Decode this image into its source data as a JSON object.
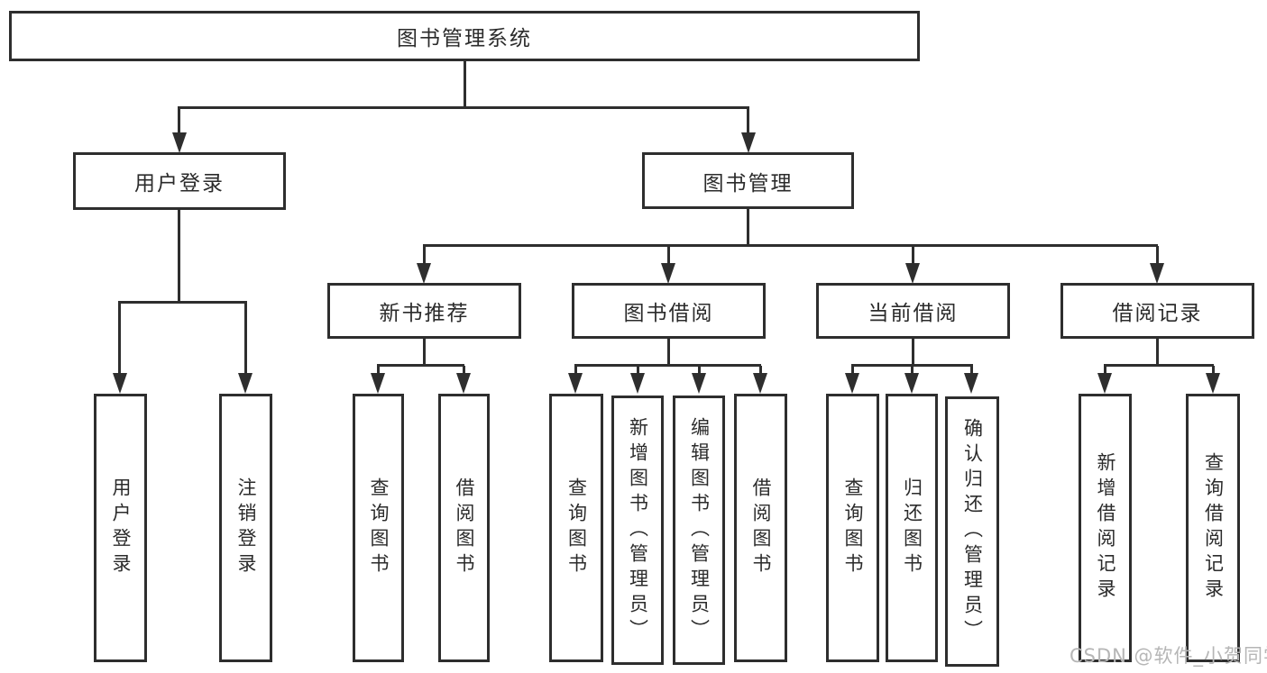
{
  "diagram": {
    "root": {
      "label": "图书管理系统",
      "children": [
        {
          "label": "用户登录",
          "children": [
            {
              "label": "用户登录"
            },
            {
              "label": "注销登录"
            }
          ]
        },
        {
          "label": "图书管理",
          "children": [
            {
              "label": "新书推荐",
              "children": [
                {
                  "label": "查询图书"
                },
                {
                  "label": "借阅图书"
                }
              ]
            },
            {
              "label": "图书借阅",
              "children": [
                {
                  "label": "查询图书"
                },
                {
                  "label": "新增图书（管理员）"
                },
                {
                  "label": "编辑图书（管理员）"
                },
                {
                  "label": "借阅图书"
                }
              ]
            },
            {
              "label": "当前借阅",
              "children": [
                {
                  "label": "查询图书"
                },
                {
                  "label": "归还图书"
                },
                {
                  "label": "确认归还（管理员）"
                }
              ]
            },
            {
              "label": "借阅记录",
              "children": [
                {
                  "label": "新增借阅记录"
                },
                {
                  "label": "查询借阅记录"
                }
              ]
            }
          ]
        }
      ]
    },
    "colors": {
      "line": "#2e2e2e",
      "text": "#2b2b2b",
      "background": "#ffffff",
      "watermark_color": "#b6b6b6"
    }
  },
  "watermark": {
    "text": "CSDN @软件_小贺同学"
  }
}
